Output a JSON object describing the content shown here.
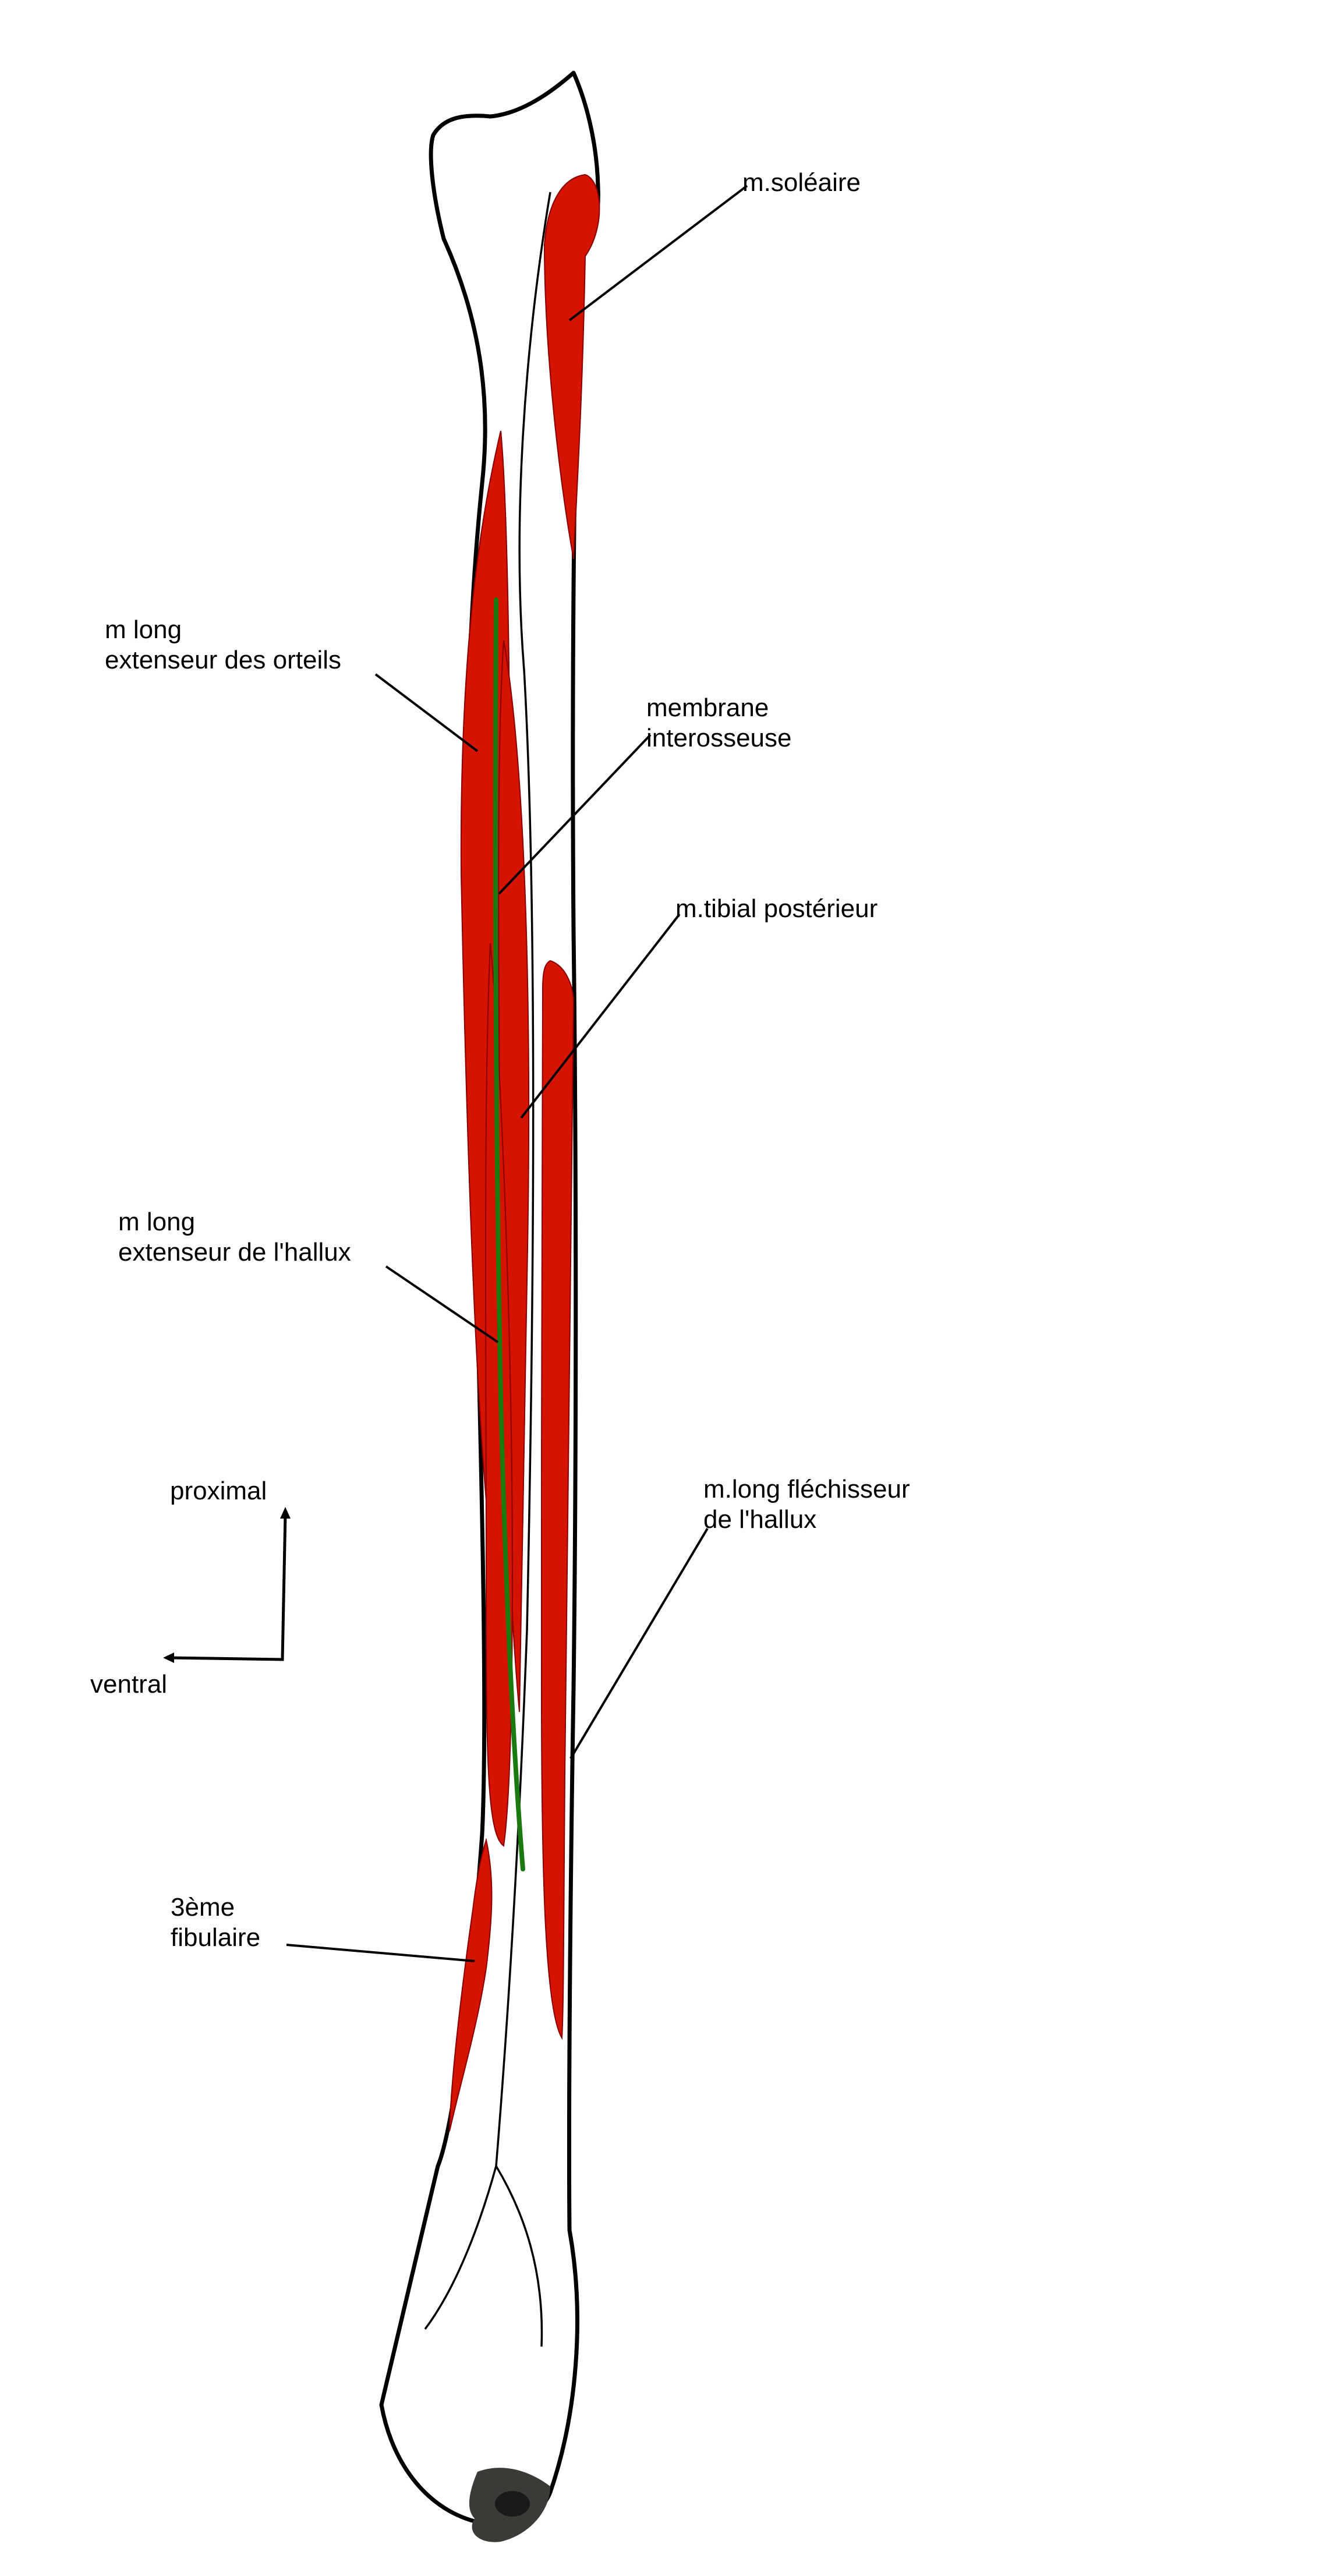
{
  "colors": {
    "background": "#ffffff",
    "outline": "#000000",
    "muscle": "#d41300",
    "membrane": "#1a7a10",
    "cartilage": "#3a3a36"
  },
  "labels": {
    "soleaire": "m.soléaire",
    "long_ext_orteils_1": "m long",
    "long_ext_orteils_2": "extenseur des orteils",
    "membrane_1": "membrane",
    "membrane_2": "interosseuse",
    "tibial_post": "m.tibial postérieur",
    "long_ext_hallux_1": "m long",
    "long_ext_hallux_2": "extenseur de l'hallux",
    "long_flech_1": "m.long fléchisseur",
    "long_flech_2": "de l'hallux",
    "fibulaire_1": "3ème",
    "fibulaire_2": "fibulaire"
  },
  "orientation": {
    "proximal": "proximal",
    "ventral": "ventral"
  }
}
